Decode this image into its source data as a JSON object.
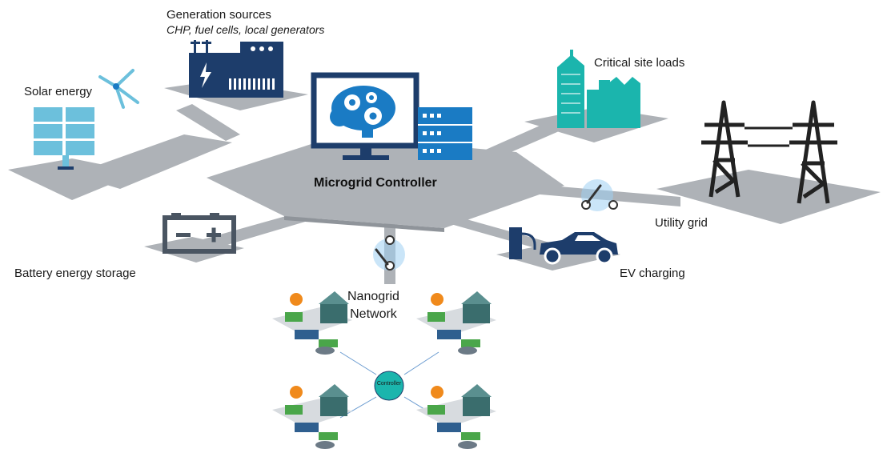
{
  "labels": {
    "solar": "Solar energy",
    "generation_title": "Generation sources",
    "generation_subtitle": "CHP, fuel cells, local generators",
    "critical_loads": "Critical site loads",
    "controller": "Microgrid Controller",
    "utility_grid": "Utility grid",
    "battery": "Battery energy storage",
    "ev_charging": "EV charging",
    "nanogrid_line1": "Nanogrid",
    "nanogrid_line2": "Network",
    "nanogrid_controller": "Controller"
  },
  "colors": {
    "platform": "#aeb2b7",
    "platform_dark": "#8f949a",
    "navy": "#1d3d6b",
    "blue": "#1a7bc4",
    "teal": "#1bb5ad",
    "solar_blue": "#6cc0dc",
    "glow": "#9fd0f2",
    "house_green": "#4aa64a",
    "sun_orange": "#f08a1c"
  },
  "icons": [
    "solar-panel-icon",
    "wind-turbine-icon",
    "generator-icon",
    "monitor-brain-icon",
    "gears-icon",
    "server-rack-icon",
    "buildings-icon",
    "transmission-tower-icon",
    "switch-icon",
    "battery-icon",
    "ev-charger-icon",
    "car-icon",
    "house-icon",
    "sun-icon"
  ]
}
